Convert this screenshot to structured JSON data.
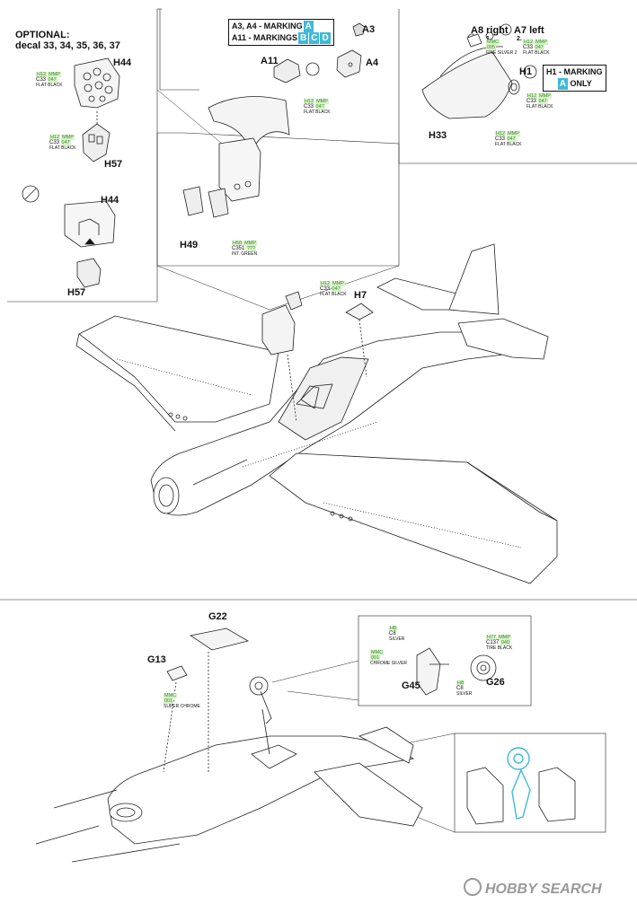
{
  "optional": {
    "title": "OPTIONAL:",
    "decals": "decal 33, 34, 35, 36, 37"
  },
  "parts": {
    "h44_top": "H44",
    "h57_top": "H57",
    "h44_bottom": "H44",
    "h57_bottom": "H57",
    "a11": "A11",
    "a3": "A3",
    "a4": "A4",
    "h49": "H49",
    "a8": "A8 right",
    "a7": "A7 left",
    "h1": "H1",
    "h33": "H33",
    "h7": "H7",
    "g22": "G22",
    "g13": "G13",
    "g45": "G45",
    "g26": "G26"
  },
  "markings": {
    "a3a4_prefix": "A3, A4 - MARKING",
    "a3a4_letters": "A",
    "a11_prefix": "A11 - MARKINGS",
    "a11_letters": [
      "B",
      "C",
      "D"
    ],
    "h1_prefix": "H1 - MARKING",
    "h1_letter": "A",
    "h1_suffix": "ONLY"
  },
  "step_numbers": {
    "a8_num": "1.",
    "a7_num": "2."
  },
  "paints": {
    "p1": {
      "h": "H12",
      "m": "MMP",
      "code": "C33",
      "g": "047",
      "name": "FLAT BLACK"
    },
    "p2": {
      "h": "H12",
      "m": "MMP",
      "code": "C33",
      "g": "047",
      "name": "FLAT BLACK"
    },
    "p3": {
      "h": "H12",
      "m": "MMP",
      "code": "C33",
      "g": "047",
      "name": "FLAT BLACK"
    },
    "p4": {
      "h": "H58",
      "m": "MMP",
      "code": "C351",
      "g": "???",
      "name": "INT. GREEN"
    },
    "p5": {
      "h": "H12",
      "m": "MMP",
      "code": "C33",
      "g": "047",
      "name": "FLAT BLACK"
    },
    "p6": {
      "h": "H12",
      "m": "MMP",
      "code": "C33",
      "g": "047",
      "name": "FLAT BLACK"
    },
    "p7": {
      "h": "H12",
      "m": "MMP",
      "code": "C33",
      "g": "047",
      "name": "FLAT BLACK"
    },
    "p8": {
      "h": "H12",
      "m": "MMP",
      "code": "C33",
      "g": "047",
      "name": "FLAT BLACK"
    },
    "p9": {
      "h": "MMC",
      "m": "005",
      "code": "",
      "g": "",
      "name": "FINE SILVER 2"
    },
    "p10": {
      "h": "MMC",
      "m": "001",
      "code": "",
      "g": "",
      "name": "SUPER CHROME"
    },
    "p11": {
      "h": "H8",
      "m": "",
      "code": "C8",
      "g": "",
      "name": "SILVER"
    },
    "p12": {
      "h": "MMC",
      "m": "001",
      "code": "",
      "g": "",
      "name": "CHROME SILVER"
    },
    "p13": {
      "h": "H8",
      "m": "",
      "code": "C8",
      "g": "",
      "name": "SILVER"
    },
    "p14": {
      "h": "H77",
      "m": "MMP",
      "code": "C137",
      "g": "040",
      "name": "TIRE BLACK"
    }
  },
  "watermark": "HOBBY SEARCH",
  "colors": {
    "accent": "#3fb9d9",
    "paint_bg": "#d8f2c8",
    "paint_text": "#3b8a2f"
  }
}
